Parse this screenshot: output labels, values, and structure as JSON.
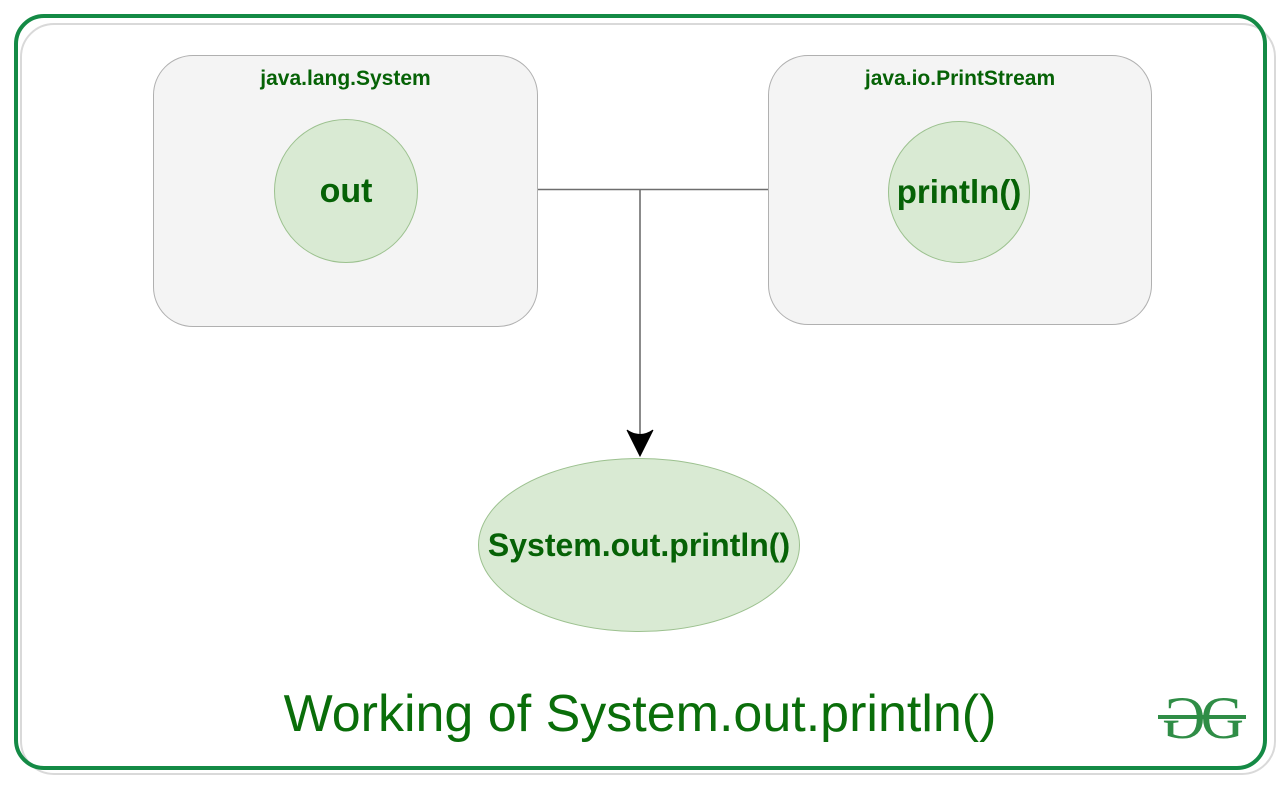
{
  "diagram": {
    "boxes": [
      {
        "label": "java.lang.System",
        "member": "out"
      },
      {
        "label": "java.io.PrintStream",
        "member": "println()"
      }
    ],
    "result_node": "System.out.println()",
    "title": "Working of System.out.println()"
  },
  "logo": {
    "char_left": "G",
    "char_right": "G"
  },
  "colors": {
    "frame_green": "#148a45",
    "frame_shadow": "#d9d9d9",
    "dark_green_text": "#066206",
    "title_green": "#0a6e0a",
    "node_fill": "#d9ead3",
    "node_border": "#9cc18f",
    "box_fill": "#f4f4f4",
    "box_border": "#b0b0b0",
    "connector": "#6e6e6e",
    "logo_green": "#2f8d46"
  }
}
